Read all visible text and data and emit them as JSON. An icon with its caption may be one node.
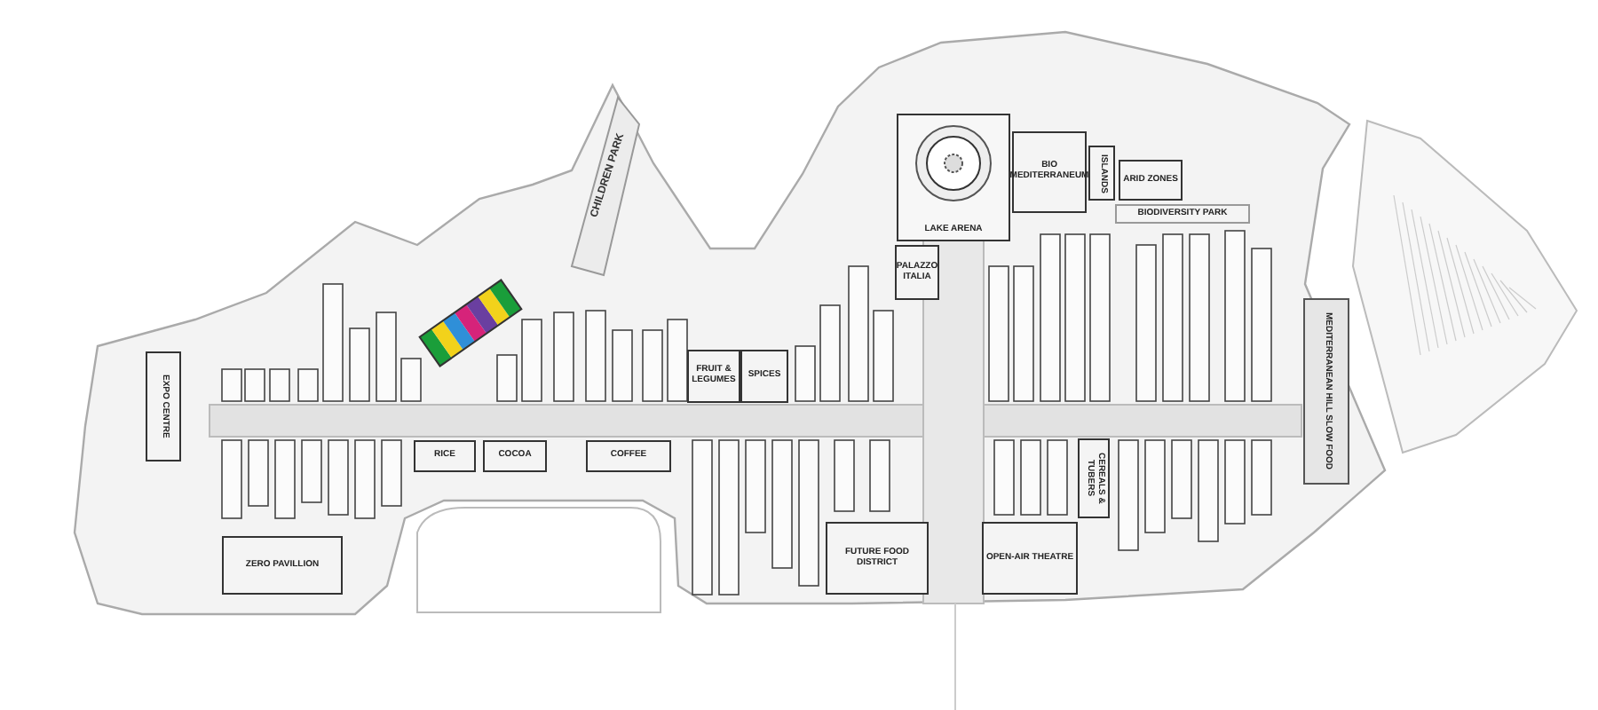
{
  "diagram": {
    "nodes": [
      {
        "text": [
          "EXPO CENTRE"
        ]
      },
      {
        "text": [
          "ZERO PAVILLION"
        ]
      },
      {
        "text": [
          "RICE"
        ]
      },
      {
        "text": [
          "COCOA"
        ]
      },
      {
        "text": [
          "COFFEE"
        ]
      },
      {
        "text": [
          "FRUIT & LEGUMES"
        ]
      },
      {
        "text": [
          "SPICES"
        ]
      },
      {
        "text": [
          "LAKE ARENA"
        ]
      },
      {
        "text": [
          "PALAZZO ITALIA"
        ]
      },
      {
        "text": [
          "BIO MEDITERRANEUM"
        ]
      },
      {
        "text": [
          "ISLANDS"
        ]
      },
      {
        "text": [
          "ARID ZONES"
        ]
      },
      {
        "text": [
          "BIODIVERSITY PARK"
        ]
      },
      {
        "text": [
          "CEREALS & TUBERS"
        ]
      },
      {
        "text": [
          "MEDITERRANEAN HILL SLOW FOOD"
        ]
      },
      {
        "text": [
          "FUTURE FOOD DISTRICT"
        ]
      },
      {
        "text": [
          "OPEN-AIR THEATRE"
        ]
      }
    ],
    "labels": [
      "CHILDREN PARK"
    ]
  }
}
